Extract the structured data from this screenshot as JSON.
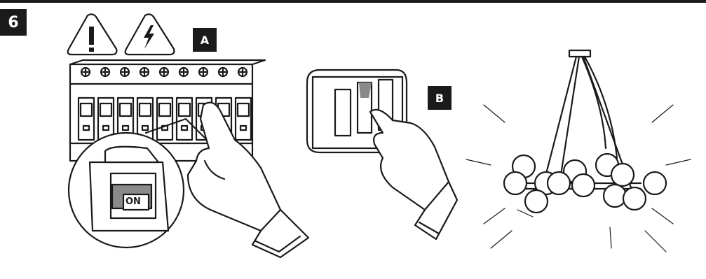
{
  "step": {
    "number": "6"
  },
  "labels": {
    "a": "A",
    "b": "B"
  },
  "breaker_detail": {
    "switch_text": "ON"
  },
  "icons": [
    "warning-exclamation-icon",
    "electrical-hazard-icon"
  ],
  "colors": {
    "ink": "#1a1a1a",
    "background": "#ffffff",
    "switch_gray": "#8a8a8a"
  }
}
